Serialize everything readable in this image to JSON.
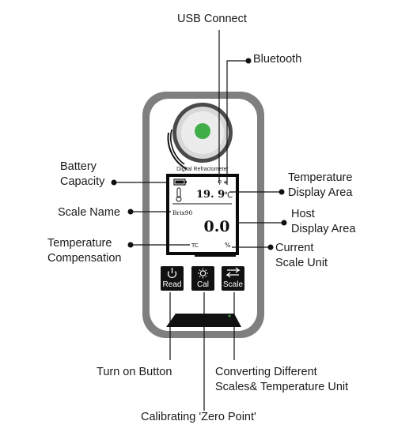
{
  "device": {
    "header_text": "Digital Refractometer",
    "temperature_value": "19. 9",
    "temperature_unit": "℃",
    "scale_name": "Brix90",
    "main_value": "0.0",
    "comp_unit": "TC",
    "scale_unit": "%",
    "buttons": [
      {
        "label": "Read",
        "icon": "power-icon"
      },
      {
        "label": "Cal",
        "icon": "sun-icon"
      },
      {
        "label": "Scale",
        "icon": "swap-arrows-icon"
      }
    ],
    "colors": {
      "body_outer": "#7f7f7f",
      "body_inner": "#ffffff",
      "prism_accent": "#3fae49",
      "screen_frame": "#0b0b0b",
      "buttons": "#111111"
    }
  },
  "labels": {
    "usb": "USB Connect",
    "bluetooth": "Bluetooth",
    "battery": [
      "Battery",
      "Capacity"
    ],
    "temp_display": [
      "Temperature",
      "Display Area"
    ],
    "scale_name": "Scale Name",
    "host_display": [
      "Host",
      "Display Area"
    ],
    "temp_comp": [
      "Temperature",
      "Compensation"
    ],
    "current_unit": [
      "Current",
      "Scale Unit"
    ],
    "turn_on": "Turn on Button",
    "converting": [
      "Converting Different",
      "Scales& Temperature Unit"
    ],
    "calibrating": "Calibrating 'Zero Point'"
  }
}
